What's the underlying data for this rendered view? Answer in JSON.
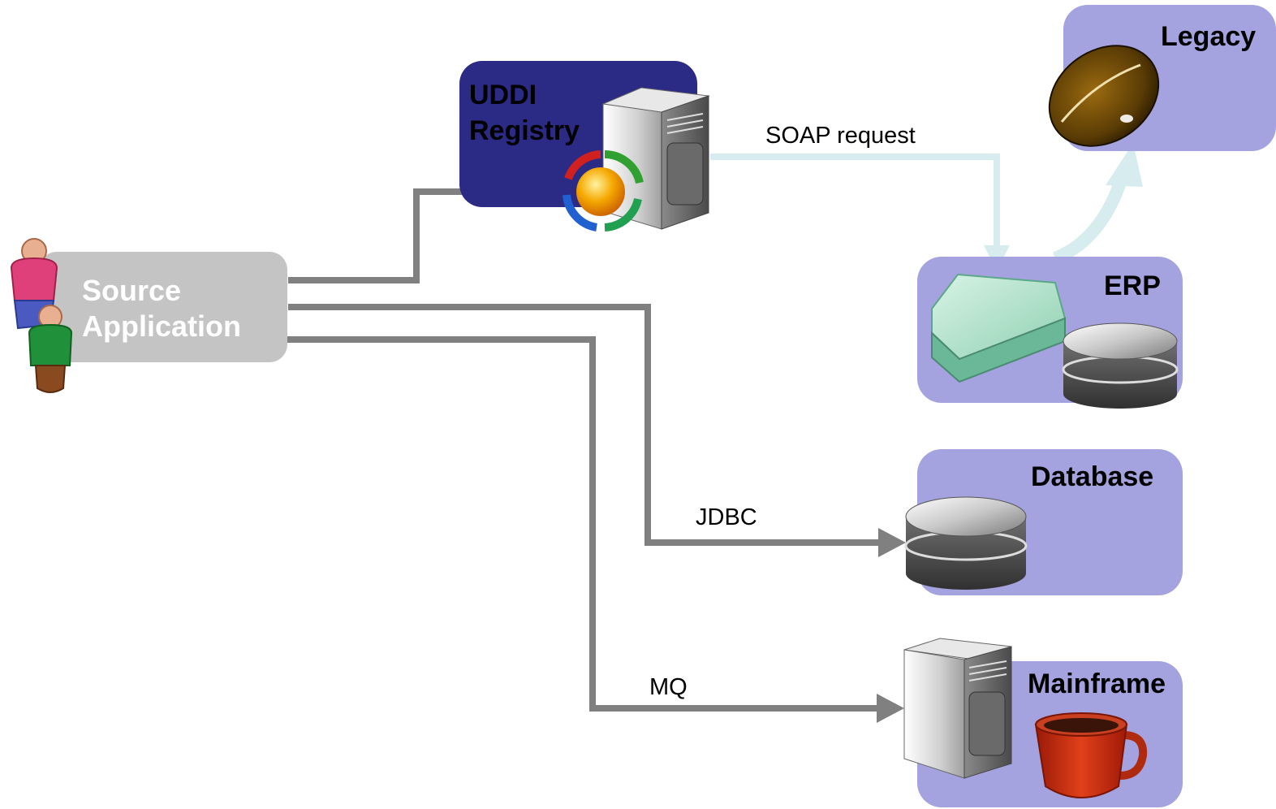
{
  "nodes": {
    "source": {
      "line1": "Source",
      "line2": "Application"
    },
    "registry": {
      "line1": "UDDI",
      "line2": "Registry"
    },
    "legacy": {
      "label": "Legacy"
    },
    "erp": {
      "label": "ERP"
    },
    "database": {
      "label": "Database"
    },
    "mainframe": {
      "label": "Mainframe"
    }
  },
  "connections": {
    "soap": "SOAP request",
    "jdbc": "JDBC",
    "mq": "MQ"
  },
  "icons": [
    "people-icon",
    "server-tower-icon",
    "refresh-cycle-icon",
    "coffee-bean-icon",
    "appliance-icon",
    "database-cylinder-icon",
    "coffee-cup-icon"
  ],
  "colors": {
    "source_box": "#c4c4c4",
    "registry_box": "#2b2a85",
    "target_box": "#a5a3df",
    "connector": "#808080",
    "soap_connector": "#d6ecef"
  }
}
